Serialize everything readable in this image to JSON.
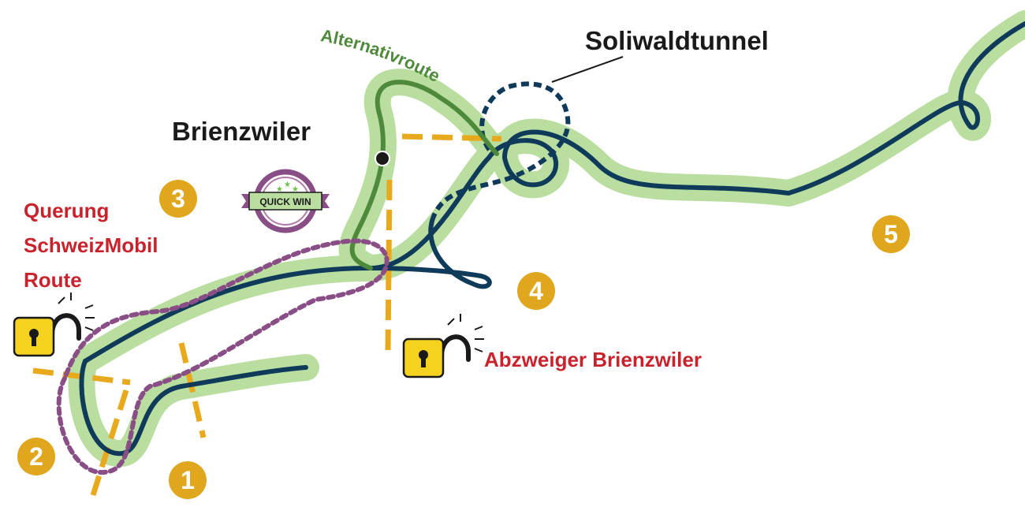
{
  "labels": {
    "alternativroute": "Alternativroute",
    "soliwaldtunnel": "Soliwaldtunnel",
    "brienzwiler": "Brienzwiler",
    "querung_line1": "Querung",
    "querung_line2": "SchweizMobil",
    "querung_line3": "Route",
    "abzweiger": "Abzweiger Brienzwiler",
    "quick_win": "QUICK WIN"
  },
  "markers": [
    "1",
    "2",
    "3",
    "4",
    "5"
  ],
  "colors": {
    "route_dark": "#0f3a5a",
    "route_halo": "#b9dea0",
    "alt_route": "#4f8a3c",
    "crossing": "#e8a91c",
    "loop": "#8a4e86",
    "label_red": "#c8232c",
    "label_green": "#4f8a3c",
    "marker_fill": "#e0a71e",
    "lock_fill": "#f5d21e"
  },
  "icons": [
    "unlocked-padlock-icon",
    "unlocked-padlock-icon",
    "quick-win-badge-icon",
    "village-dot-icon"
  ]
}
